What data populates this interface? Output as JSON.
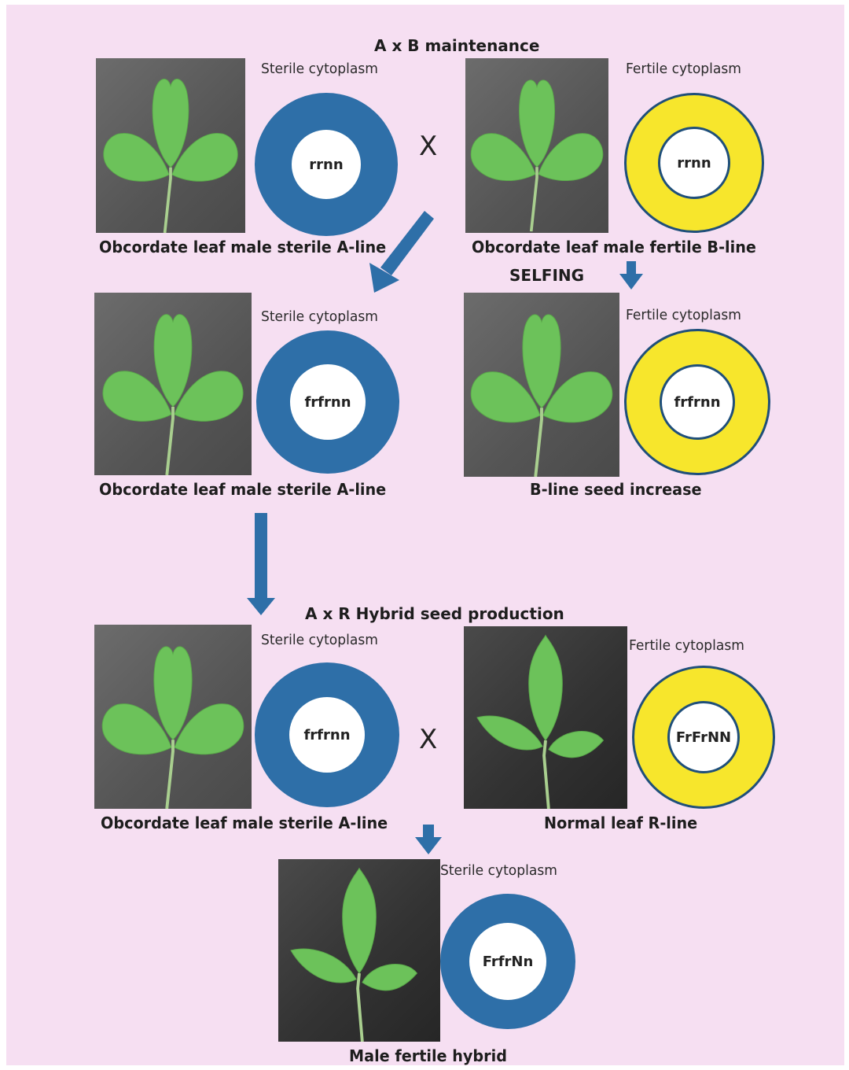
{
  "headings": {
    "maintenance": "A x B maintenance",
    "selfing": "SELFING",
    "hybrid_production": "A x R Hybrid seed production"
  },
  "cross_symbol": "X",
  "panels": [
    {
      "id": "a1",
      "cytoplasm": "Sterile cytoplasm",
      "genotype": "rrnn",
      "caption": "Obcordate leaf male sterile  A-line",
      "leaf": "obcordate",
      "ring": "blue"
    },
    {
      "id": "b1",
      "cytoplasm": "Fertile cytoplasm",
      "genotype": "rrnn",
      "caption": "Obcordate leaf male fertile B-line",
      "leaf": "obcordate",
      "ring": "yellow"
    },
    {
      "id": "a2",
      "cytoplasm": "Sterile cytoplasm",
      "genotype": "frfrnn",
      "caption": "Obcordate leaf male sterile  A-line",
      "leaf": "obcordate",
      "ring": "blue"
    },
    {
      "id": "b2",
      "cytoplasm": "Fertile cytoplasm",
      "genotype": "frfrnn",
      "caption": "B-line seed increase",
      "leaf": "obcordate",
      "ring": "yellow"
    },
    {
      "id": "a3",
      "cytoplasm": "Sterile cytoplasm",
      "genotype": "frfrnn",
      "caption": "Obcordate leaf male sterile A-line",
      "leaf": "obcordate",
      "ring": "blue"
    },
    {
      "id": "r1",
      "cytoplasm": "Fertile cytoplasm",
      "genotype": "FrFrNN",
      "caption": "Normal leaf R-line",
      "leaf": "normal",
      "ring": "yellow"
    },
    {
      "id": "h1",
      "cytoplasm": "Sterile cytoplasm",
      "genotype": "FrfrNn",
      "caption": "Male fertile hybrid",
      "leaf": "normal",
      "ring": "blue"
    }
  ],
  "colors": {
    "background": "#f6dff2",
    "sterile_ring": "#2e6fa8",
    "fertile_ring": "#f7e62c",
    "arrow": "#2e6fa8",
    "leaf": "#6cc25a"
  }
}
